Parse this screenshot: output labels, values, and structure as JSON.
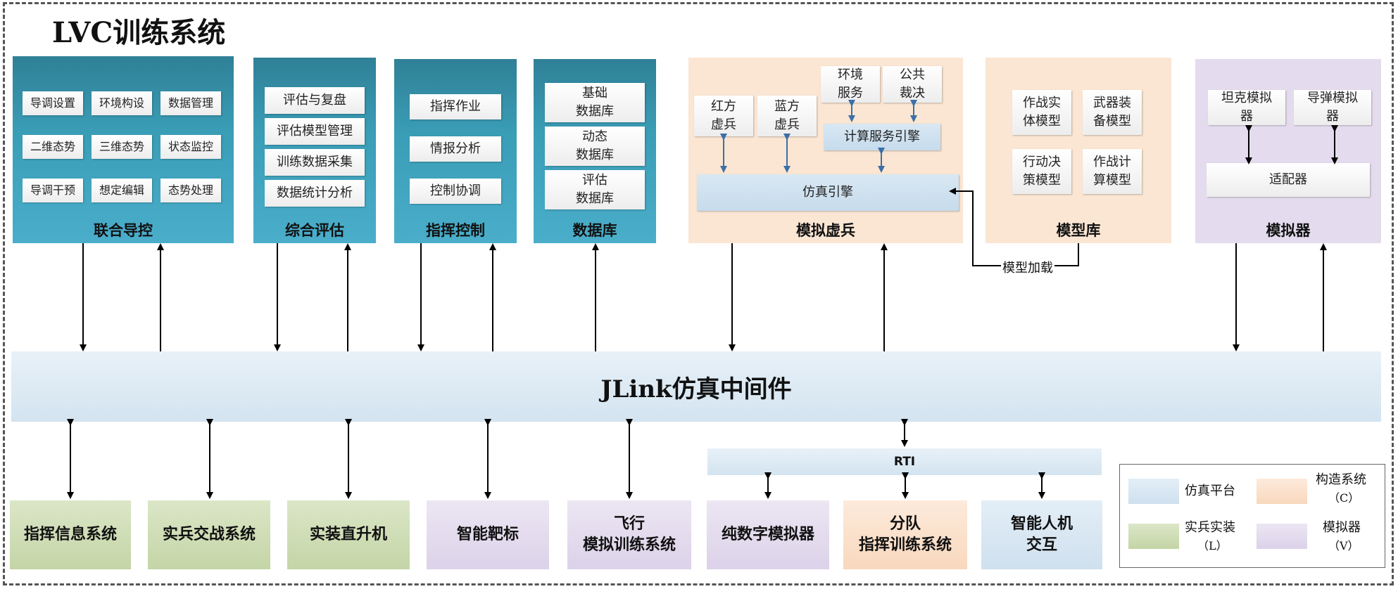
{
  "title": "LVC训练系统",
  "modules": {
    "lianhe": {
      "label": "联合导控",
      "items": [
        "导调设置",
        "环境构设",
        "数据管理",
        "二维态势",
        "三维态势",
        "状态监控",
        "导调干预",
        "想定编辑",
        "态势处理"
      ]
    },
    "zonghe": {
      "label": "综合评估",
      "items": [
        "评估与复盘",
        "评估模型管理",
        "训练数据采集",
        "数据统计分析"
      ]
    },
    "zhihui": {
      "label": "指挥控制",
      "items": [
        "指挥作业",
        "情报分析",
        "控制协调"
      ]
    },
    "shujuku": {
      "label": "数据库",
      "items": [
        "基础\n数据库",
        "动态\n数据库",
        "评估\n数据库"
      ]
    },
    "monixubing": {
      "label": "模拟虚兵",
      "red": "红方\n虚兵",
      "blue": "蓝方\n虚兵",
      "env": "环境\n服务",
      "public": "公共\n裁决",
      "compute": "计算服务引擎",
      "sim": "仿真引擎"
    },
    "moxingku": {
      "label": "模型库",
      "items": [
        "作战实\n体模型",
        "武器装\n备模型",
        "行动决\n策模型",
        "作战计\n算模型"
      ]
    },
    "moniqi": {
      "label": "模拟器",
      "tank": "坦克模拟\n器",
      "missile": "导弹模拟\n器",
      "adapter": "适配器"
    }
  },
  "model_load": "模型加载",
  "middleware": "JLink仿真中间件",
  "rti": "RTI",
  "bottom": [
    "指挥信息系统",
    "实兵交战系统",
    "实装直升机",
    "智能靶标",
    "飞行\n模拟训练系统",
    "纯数字模拟器",
    "分队\n指挥训练系统",
    "智能人机\n交互"
  ],
  "legend": {
    "sim_platform": "仿真平台",
    "construct": "构造系统",
    "construct_sub": "（C）",
    "live": "实兵实装",
    "live_sub": "（L）",
    "simulator": "模拟器",
    "simulator_sub": "（V）"
  },
  "colors": {
    "teal": "#3a9db6",
    "peach": "#fbe6d3",
    "lavender": "#e4dcee",
    "light_blue": "#d3e4f0",
    "green": "#c4d5a6",
    "arrow_blue": "#3d6fa8"
  }
}
